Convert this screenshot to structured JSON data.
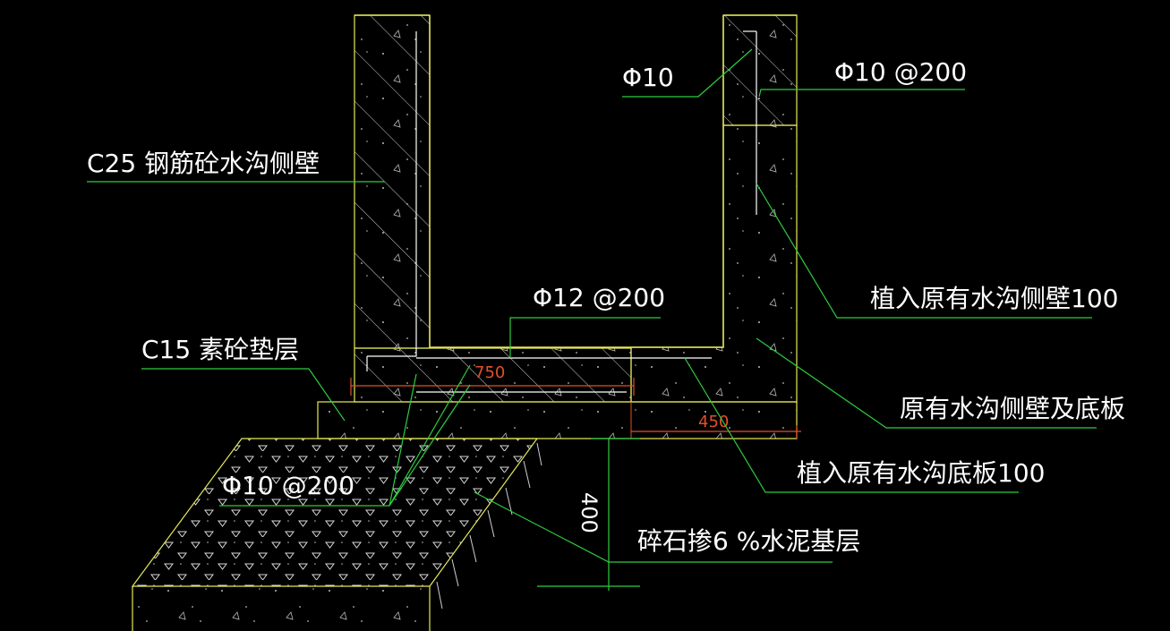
{
  "labels": {
    "side_wall": "C25 钢筋砼水沟侧壁",
    "cushion": "C15 素砼垫层",
    "phi10_left": "Φ10 @200",
    "phi12": "Φ12 @200",
    "phi10_top": "Φ10",
    "phi10_top_right": "Φ10 @200",
    "embed_wall": "植入原有水沟侧壁100",
    "existing": "原有水沟侧壁及底板",
    "embed_bottom": "植入原有水沟底板100",
    "gravel": "碎石掺6 %水泥基层"
  },
  "dimensions": {
    "d750": "750",
    "d450": "450",
    "d400": "400"
  },
  "colors": {
    "background": "#000000",
    "outline": "#e8e85a",
    "leader": "#2ecc40",
    "dimension": "#e0502a",
    "text": "#ffffff",
    "hatch": "#d0d0d0"
  }
}
